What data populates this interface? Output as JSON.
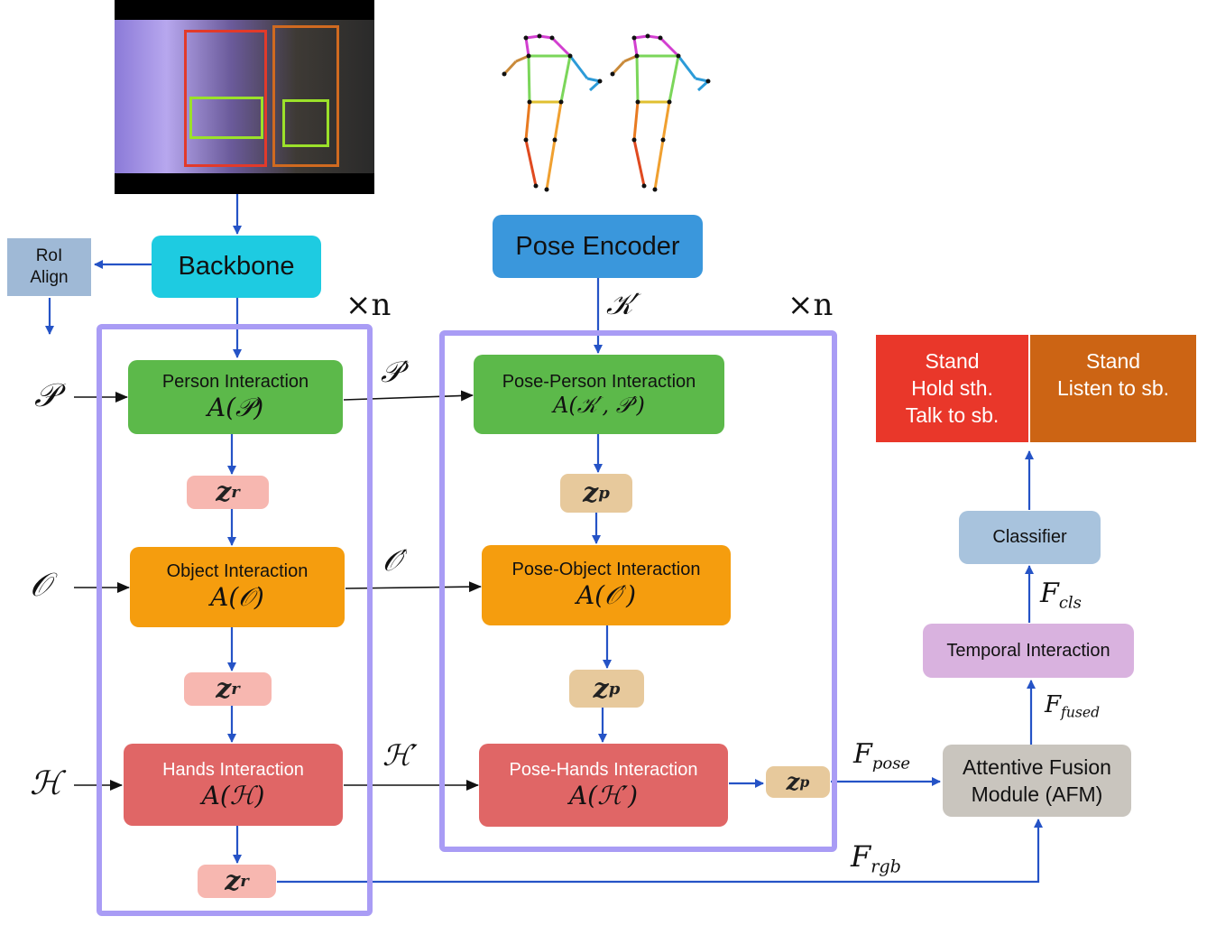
{
  "backbone": {
    "label": "Backbone"
  },
  "roi_align": {
    "label_line1": "RoI",
    "label_line2": "Align"
  },
  "pose_encoder": {
    "label": "Pose Encoder"
  },
  "repeat_left": "×n",
  "repeat_right": "×n",
  "inputs": {
    "person": "𝒫",
    "object": "𝒪",
    "hands": "ℋ"
  },
  "left_stack": {
    "person": {
      "title": "Person Interaction",
      "formula": "A(𝒫)"
    },
    "object": {
      "title": "Object Interaction",
      "formula": "A(𝒪)"
    },
    "hands": {
      "title": "Hands Interaction",
      "formula": "A(ℋ)"
    }
  },
  "right_stack": {
    "person": {
      "title": "Pose-Person Interaction",
      "formula": "A(𝒦′, 𝒫′)"
    },
    "object": {
      "title": "Pose-Object Interaction",
      "formula": "A(𝒪′)"
    },
    "hands": {
      "title": "Pose-Hands Interaction",
      "formula": "A(ℋ′)"
    }
  },
  "edge_labels": {
    "p_prime": "𝒫′",
    "o_prime": "𝒪′",
    "h_prime": "ℋ′",
    "k_prime": "𝒦′"
  },
  "z_labels": {
    "zr_base": "z",
    "zr_sub": "r",
    "zp_base": "z",
    "zp_sub": "p"
  },
  "right_column": {
    "afm_line1": "Attentive Fusion",
    "afm_line2": "Module (AFM)",
    "temporal": "Temporal Interaction",
    "classifier": "Classifier",
    "f_pose_base": "F",
    "f_pose_sub": "pose",
    "f_rgb_base": "F",
    "f_rgb_sub": "rgb",
    "f_fused_base": "F",
    "f_fused_sub": "fused",
    "f_cls_base": "F",
    "f_cls_sub": "cls"
  },
  "outputs": {
    "person1": [
      "Stand",
      "Hold sth.",
      "Talk to sb."
    ],
    "person2": [
      "Stand",
      "Listen to sb."
    ]
  },
  "colors": {
    "purple_frame": "#a99cf5",
    "green": "#5cb94a",
    "orange": "#f59d0e",
    "red": "#e06666",
    "backbone": "#1ecbe1",
    "pose_encoder": "#3a97dc",
    "roi": "#9fb9d6",
    "afm": "#c9c5be",
    "temporal": "#d9b2df",
    "classifier": "#a8c3dd",
    "output1": "#e9372a",
    "output2": "#cc6414",
    "arrow_blue": "#2553c6"
  }
}
